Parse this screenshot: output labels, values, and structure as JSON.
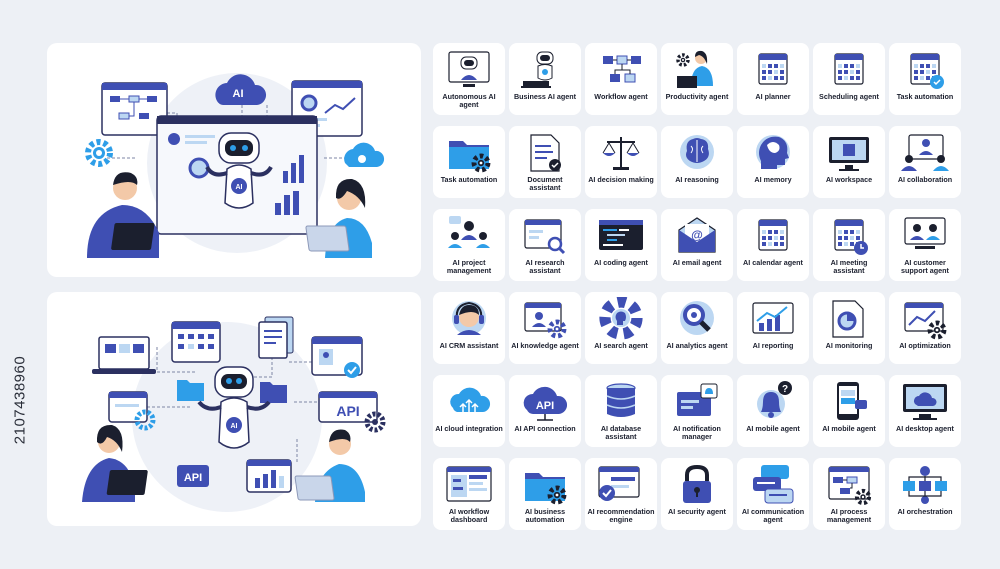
{
  "stock_id": "2107438960",
  "scene_top": {
    "cloud_label": "AI",
    "robot_label": "AI"
  },
  "scene_bottom": {
    "robot_label": "AI",
    "api_label_1": "API",
    "api_label_2": "API"
  },
  "colors": {
    "primary": "#3f4fb3",
    "light": "#bcd7f2",
    "accent": "#2e9ee8",
    "ink": "#1b1f2e"
  },
  "tiles": [
    {
      "label": "Autonomous AI agent",
      "icon": "robot-monitor-icon"
    },
    {
      "label": "Business AI agent",
      "icon": "robot-laptop-icon"
    },
    {
      "label": "Workflow agent",
      "icon": "workflow-icon"
    },
    {
      "label": "Productivity agent",
      "icon": "person-laptop-icon"
    },
    {
      "label": "AI planner",
      "icon": "calendar-icon"
    },
    {
      "label": "Scheduling agent",
      "icon": "calendar-icon"
    },
    {
      "label": "Task automation",
      "icon": "calendar-check-icon"
    },
    {
      "label": "Task automation",
      "icon": "folder-gear-icon"
    },
    {
      "label": "Document assistant",
      "icon": "document-check-icon"
    },
    {
      "label": "AI decision making",
      "icon": "scales-icon"
    },
    {
      "label": "AI reasoning",
      "icon": "brain-icon"
    },
    {
      "label": "AI memory",
      "icon": "head-brain-icon"
    },
    {
      "label": "AI workspace",
      "icon": "chip-monitor-icon"
    },
    {
      "label": "AI collaboration",
      "icon": "people-monitor-icon"
    },
    {
      "label": "AI project management",
      "icon": "team-icon"
    },
    {
      "label": "AI research assistant",
      "icon": "window-search-icon"
    },
    {
      "label": "AI coding agent",
      "icon": "code-window-icon"
    },
    {
      "label": "AI email agent",
      "icon": "email-icon"
    },
    {
      "label": "AI calendar agent",
      "icon": "calendar-icon"
    },
    {
      "label": "AI meeting assistant",
      "icon": "calendar-clock-icon"
    },
    {
      "label": "AI customer support agent",
      "icon": "video-call-icon"
    },
    {
      "label": "AI CRM assistant",
      "icon": "headset-person-icon"
    },
    {
      "label": "AI knowledge agent",
      "icon": "profile-gear-icon"
    },
    {
      "label": "AI search agent",
      "icon": "gear-head-icon"
    },
    {
      "label": "AI analytics agent",
      "icon": "magnifier-icon"
    },
    {
      "label": "AI reporting",
      "icon": "chart-up-icon"
    },
    {
      "label": "AI monitoring",
      "icon": "pie-document-icon"
    },
    {
      "label": "AI optimization",
      "icon": "chart-gear-icon"
    },
    {
      "label": "AI cloud integration",
      "icon": "cloud-upload-icon"
    },
    {
      "label": "AI API connection",
      "icon": "api-cloud-icon"
    },
    {
      "label": "AI database assistant",
      "icon": "database-icon"
    },
    {
      "label": "AI notification manager",
      "icon": "bell-window-icon"
    },
    {
      "label": "AI mobile agent",
      "icon": "bell-question-icon"
    },
    {
      "label": "AI mobile agent",
      "icon": "phone-icon"
    },
    {
      "label": "AI desktop agent",
      "icon": "desktop-cloud-icon"
    },
    {
      "label": "AI workflow dashboard",
      "icon": "dashboard-icon"
    },
    {
      "label": "AI business automation",
      "icon": "folder-gear-icon"
    },
    {
      "label": "AI recommendation engine",
      "icon": "window-check-icon"
    },
    {
      "label": "AI security agent",
      "icon": "lock-icon"
    },
    {
      "label": "AI communication agent",
      "icon": "chat-icon"
    },
    {
      "label": "AI process management",
      "icon": "process-window-icon"
    },
    {
      "label": "AI orchestration",
      "icon": "orchestration-icon"
    }
  ]
}
